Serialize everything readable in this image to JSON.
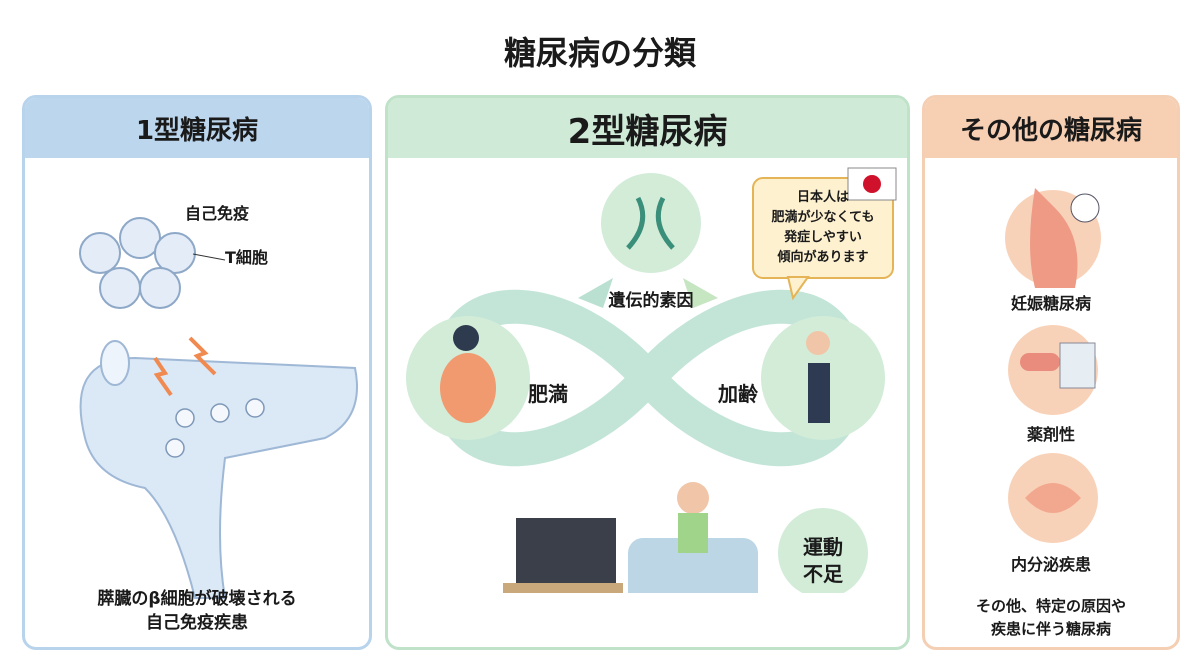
{
  "title": "糖尿病の分類",
  "type1": {
    "heading": "1型糖尿病",
    "label_autoimmune": "自己免疫",
    "label_tcell": "T細胞",
    "description_line1": "膵臓のβ細胞が破壊される",
    "description_line2": "自己免疫疾患"
  },
  "type2": {
    "heading": "2型糖尿病",
    "genetic": "遺伝的素因",
    "obesity": "肥満",
    "aging": "加齢",
    "exercise_line1": "運動",
    "exercise_line2": "不足",
    "callout": [
      "日本人は",
      "肥満が少なくても",
      "発症しやすい",
      "傾向があります"
    ]
  },
  "other": {
    "heading": "その他の糖尿病",
    "items": [
      "妊娠糖尿病",
      "薬剤性",
      "内分泌疾患"
    ],
    "footer_line1": "その他、特定の原因や",
    "footer_line2": "疾患に伴う糖尿病"
  },
  "colors": {
    "type1": "#bcd6ee",
    "type2": "#cfead6",
    "other": "#f7cfb3",
    "loop": "#b9e0d0"
  }
}
